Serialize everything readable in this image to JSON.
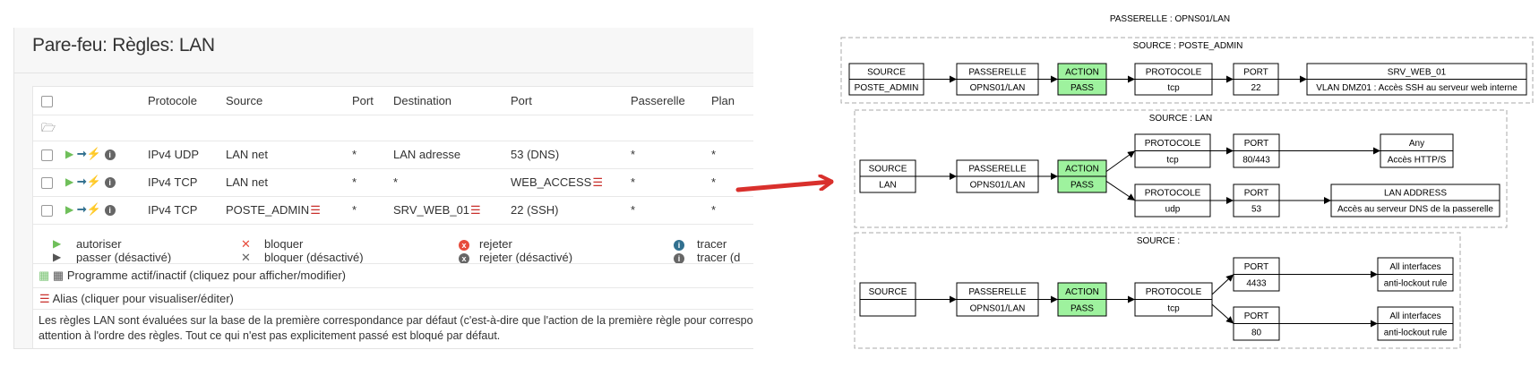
{
  "firewall": {
    "title": "Pare-feu: Règles: LAN",
    "columns": [
      "Protocole",
      "Source",
      "Port",
      "Destination",
      "Port",
      "Passerelle",
      "Plan"
    ],
    "rules": [
      {
        "protocol": "IPv4 UDP",
        "source": "LAN net",
        "source_alias": false,
        "src_port": "*",
        "destination": "LAN adresse",
        "dest_alias": false,
        "dst_port": "53 (DNS)",
        "port_alias": false,
        "gateway": "*",
        "schedule": "*"
      },
      {
        "protocol": "IPv4 TCP",
        "source": "LAN net",
        "source_alias": false,
        "src_port": "*",
        "destination": "*",
        "dest_alias": false,
        "dst_port": "WEB_ACCESS",
        "port_alias": true,
        "gateway": "*",
        "schedule": "*"
      },
      {
        "protocol": "IPv4 TCP",
        "source": "POSTE_ADMIN",
        "source_alias": true,
        "src_port": "*",
        "destination": "SRV_WEB_01",
        "dest_alias": true,
        "dst_port": "22 (SSH)",
        "port_alias": false,
        "gateway": "*",
        "schedule": "*"
      }
    ],
    "legend": {
      "pass": "autoriser",
      "pass_disabled": "passer (désactivé)",
      "block": "bloquer",
      "block_disabled": "bloquer (désactivé)",
      "reject": "rejeter",
      "reject_disabled": "rejeter (désactivé)",
      "log": "tracer",
      "log_disabled": "tracer (d"
    },
    "schedule_note": "Programme actif/inactif (cliquez pour afficher/modifier)",
    "alias_note": "Alias (cliquer pour visualiser/éditer)",
    "info_line1": "Les règles LAN sont évaluées sur la base de la première correspondance par défaut (c'est-à-dire que l'action de la première règle pour correspon",
    "info_line2": "attention à l'ordre des règles. Tout ce qui n'est pas explicitement passé est bloqué par défaut."
  },
  "diagram": {
    "title": "PASSERELLE : OPNS01/LAN",
    "action_color": "#9ef29e",
    "clusters": [
      {
        "label": "SOURCE : POSTE_ADMIN",
        "nodes": [
          {
            "header": "SOURCE",
            "value": "POSTE_ADMIN"
          },
          {
            "header": "PASSERELLE",
            "value": "OPNS01/LAN"
          },
          {
            "header": "ACTION",
            "value": "PASS"
          },
          {
            "header": "PROTOCOLE",
            "value": "tcp"
          },
          {
            "header": "PORT",
            "value": "22"
          },
          {
            "header": "SRV_WEB_01",
            "value": "VLAN DMZ01 : Accès SSH au serveur web interne"
          }
        ]
      },
      {
        "label": "SOURCE : LAN",
        "nodes": [
          {
            "header": "SOURCE",
            "value": "LAN"
          },
          {
            "header": "PASSERELLE",
            "value": "OPNS01/LAN"
          },
          {
            "header": "ACTION",
            "value": "PASS"
          },
          {
            "header": "PROTOCOLE",
            "value": "tcp"
          },
          {
            "header": "PORT",
            "value": "80/443"
          },
          {
            "header": "Any",
            "value": "Accès HTTP/S"
          },
          {
            "header": "PROTOCOLE",
            "value": "udp"
          },
          {
            "header": "PORT",
            "value": "53"
          },
          {
            "header": "LAN ADDRESS",
            "value": "Accès au serveur DNS de la passerelle"
          }
        ]
      },
      {
        "label": "SOURCE :",
        "nodes": [
          {
            "header": "SOURCE",
            "value": ""
          },
          {
            "header": "PASSERELLE",
            "value": "OPNS01/LAN"
          },
          {
            "header": "ACTION",
            "value": "PASS"
          },
          {
            "header": "PROTOCOLE",
            "value": "tcp"
          },
          {
            "header": "PORT",
            "value": "4433"
          },
          {
            "header": "All interfaces",
            "value": "anti-lockout rule"
          },
          {
            "header": "PORT",
            "value": "80"
          },
          {
            "header": "All interfaces",
            "value": "anti-lockout rule"
          }
        ]
      }
    ]
  },
  "annotation_arrow_color": "#d9302c"
}
